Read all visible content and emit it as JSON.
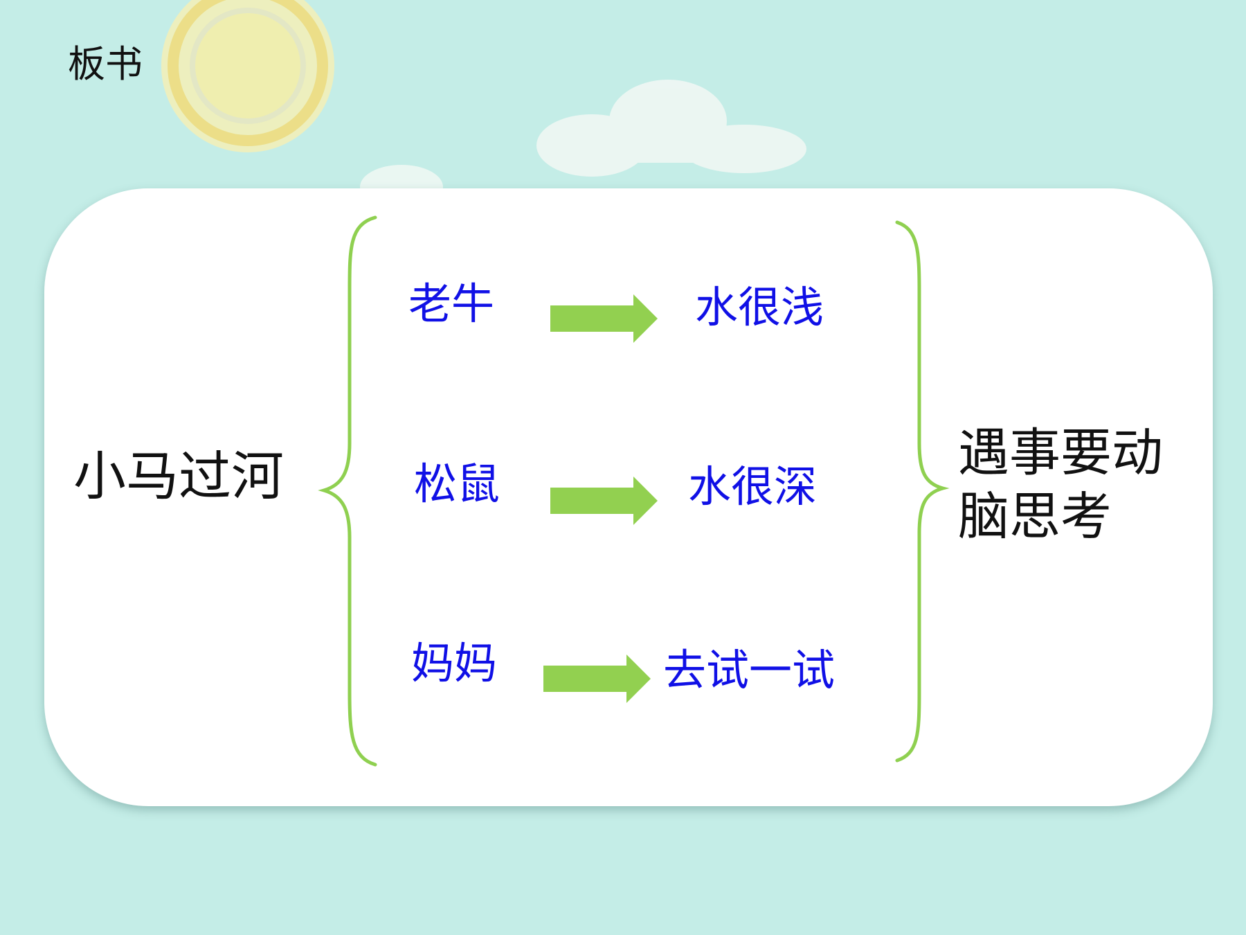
{
  "slide_label": "板书",
  "topic": "小马过河",
  "rows": [
    {
      "who": "老牛",
      "result": "水很浅"
    },
    {
      "who": "松鼠",
      "result": "水很深"
    },
    {
      "who": "妈妈",
      "result": "去试一试"
    }
  ],
  "conclusion": "遇事要动脑思考",
  "colors": {
    "background": "#c4ede7",
    "board": "#ffffff",
    "brace": "#8fd050",
    "arrow": "#92d050",
    "blue_text": "#1010e6",
    "dark_text": "#111111"
  },
  "icons": [
    "sun-icon",
    "cloud-icon",
    "arrow-right-icon",
    "curly-brace-icon"
  ]
}
